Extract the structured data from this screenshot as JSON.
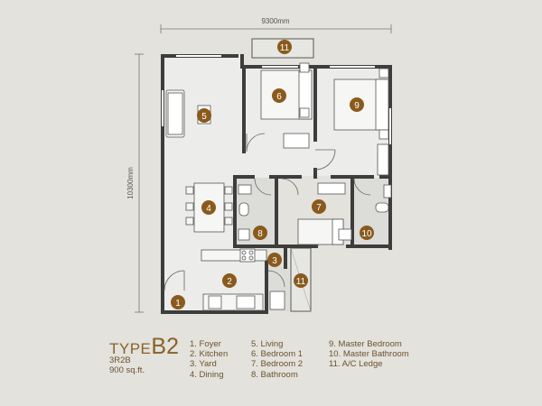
{
  "dimensions": {
    "width": "9300mm",
    "height": "10300mm"
  },
  "rooms": [
    {
      "no": "1",
      "name": "Foyer"
    },
    {
      "no": "2",
      "name": "Kitchen"
    },
    {
      "no": "3",
      "name": "Yard"
    },
    {
      "no": "4",
      "name": "Dining"
    },
    {
      "no": "5",
      "name": "Living"
    },
    {
      "no": "6",
      "name": "Bedroom 1"
    },
    {
      "no": "7",
      "name": "Bedroom 2"
    },
    {
      "no": "8",
      "name": "Bathroom"
    },
    {
      "no": "9",
      "name": "Master Bedroom"
    },
    {
      "no": "10",
      "name": "Master Bathroom"
    },
    {
      "no": "11",
      "name": "A/C Ledge"
    }
  ],
  "legend": {
    "type_word": "TYPE",
    "type_code": "B2",
    "layout": "3R2B",
    "area": "900 sq.ft.",
    "col1": [
      "1. Foyer",
      "2. Kitchen",
      "3. Yard",
      "4. Dining"
    ],
    "col2": [
      "5. Living",
      "6. Bedroom 1",
      "7. Bedroom 2",
      "8. Bathroom"
    ],
    "col3": [
      "9. Master Bedroom",
      "10. Master Bathroom",
      "11. A/C Ledge"
    ]
  },
  "colors": {
    "wall": "#3d3d3d",
    "badge": "#8a5a1c",
    "floor": "#ececea",
    "wet_floor": "#dcdcd8"
  }
}
